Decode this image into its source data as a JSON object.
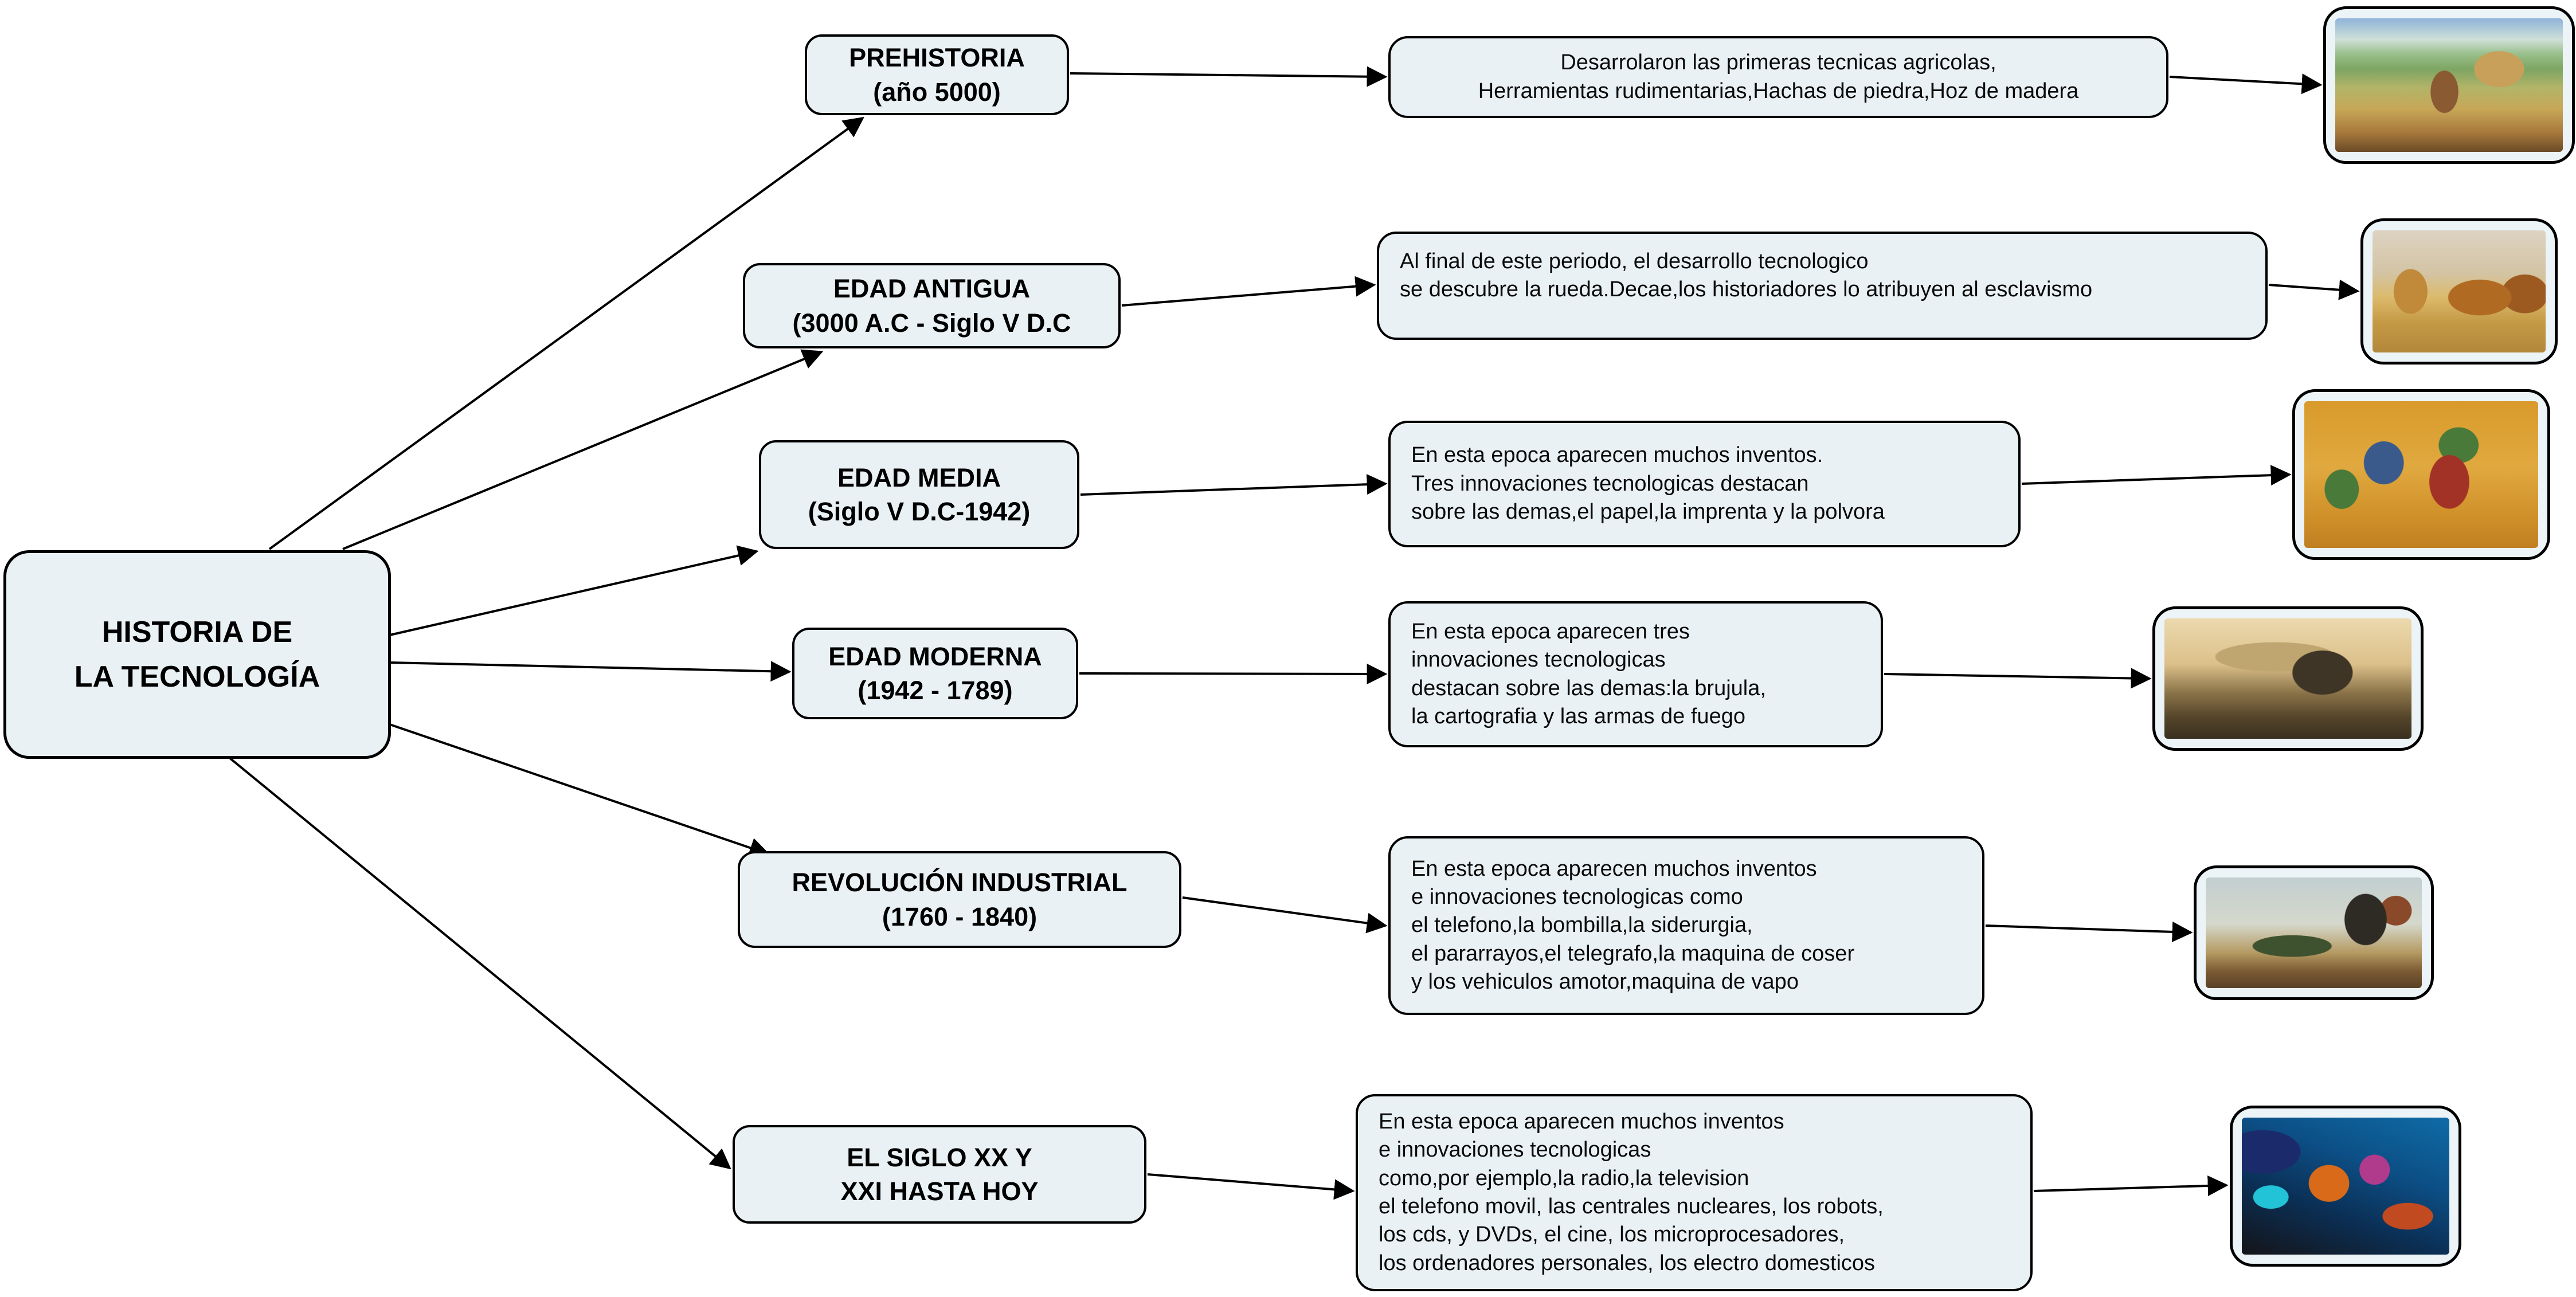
{
  "diagram": {
    "title": "HISTORIA DE\nLA TECNOLOGÍA",
    "colors": {
      "node_fill": "#e9f1f4",
      "node_border": "#000000",
      "background": "#ffffff",
      "connector": "#000000"
    },
    "branches": [
      {
        "label": "PREHISTORIA\n(año 5000)",
        "description": "Desarrolaron las primeras tecnicas agricolas,\nHerramientas rudimentarias,Hachas de piedra,Hoz de madera",
        "image_alt": "prehistoric-village-farming-painting"
      },
      {
        "label": "EDAD ANTIGUA\n(3000 A.C - Siglo V D.C",
        "description": " Al final de este periodo, el desarrollo tecnologico\nse descubre la rueda.Decae,los historiadores lo atribuyen al esclavismo",
        "image_alt": "roman-chariot-with-horses-illustration"
      },
      {
        "label": "EDAD MEDIA\n(Siglo V D.C-1942)",
        "description": "En esta epoca aparecen muchos inventos.\nTres innovaciones tecnologicas destacan\nsobre las demas,el papel,la imprenta y la polvora",
        "image_alt": "medieval-market-tapestry-scene"
      },
      {
        "label": "EDAD MODERNA\n(1942 - 1789)",
        "description": "En esta epoca  aparecen tres\ninnovaciones tecnologicas\ndestacan sobre las demas:la brujula,\nla cartografia y las armas de fuego",
        "image_alt": "early-modern-siege-battle-painting"
      },
      {
        "label": "REVOLUCIÓN INDUSTRIAL\n(1760 - 1840)",
        "description": "En esta epoca aparecen muchos inventos\ne innovaciones tecnologicas como\nel telefono,la bombilla,la siderurgia,\nel pararrayos,el telegrafo,la maquina de coser\ny los vehiculos amotor,maquina de vapo",
        "image_alt": "steam-locomotive-painting"
      },
      {
        "label": "EL SIGLO XX Y\nXXI HASTA HOY",
        "description": "En esta epoca aparecen muchos inventos\ne innovaciones tecnologicas\ncomo,por ejemplo,la radio,la television\nel telefono movil, las centrales nucleares, los robots,\nlos cds, y DVDs, el cine, los microprocesadores,\n los ordenadores personales, los electro domesticos",
        "image_alt": "times-square-night-neon-city-photo"
      }
    ]
  }
}
